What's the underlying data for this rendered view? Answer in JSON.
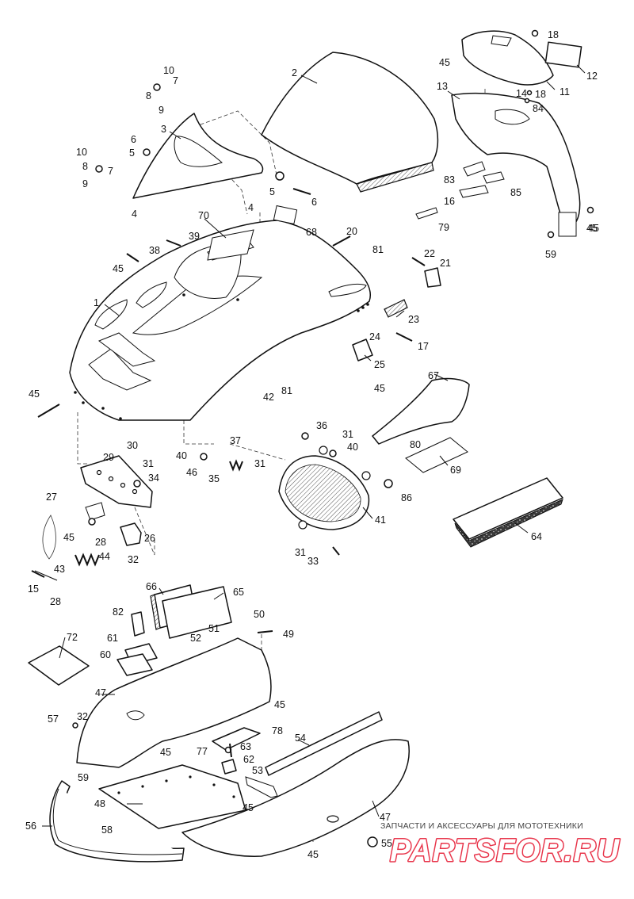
{
  "diagram": {
    "type": "exploded-parts-view",
    "callouts": [
      {
        "id": "c1",
        "label": "1"
      },
      {
        "id": "c2",
        "label": "2"
      },
      {
        "id": "c3",
        "label": "3"
      },
      {
        "id": "c4a",
        "label": "4"
      },
      {
        "id": "c4b",
        "label": "4"
      },
      {
        "id": "c5a",
        "label": "5"
      },
      {
        "id": "c5b",
        "label": "5"
      },
      {
        "id": "c6a",
        "label": "6"
      },
      {
        "id": "c6b",
        "label": "6"
      },
      {
        "id": "c7a",
        "label": "7"
      },
      {
        "id": "c7b",
        "label": "7"
      },
      {
        "id": "c8a",
        "label": "8"
      },
      {
        "id": "c8b",
        "label": "8"
      },
      {
        "id": "c9a",
        "label": "9"
      },
      {
        "id": "c9b",
        "label": "9"
      },
      {
        "id": "c10a",
        "label": "10"
      },
      {
        "id": "c10b",
        "label": "10"
      },
      {
        "id": "c11",
        "label": "11"
      },
      {
        "id": "c12",
        "label": "12"
      },
      {
        "id": "c13",
        "label": "13"
      },
      {
        "id": "c14",
        "label": "14"
      },
      {
        "id": "c15",
        "label": "15"
      },
      {
        "id": "c16",
        "label": "16"
      },
      {
        "id": "c17",
        "label": "17"
      },
      {
        "id": "c18a",
        "label": "18"
      },
      {
        "id": "c18b",
        "label": "18"
      },
      {
        "id": "c20",
        "label": "20"
      },
      {
        "id": "c21",
        "label": "21"
      },
      {
        "id": "c22",
        "label": "22"
      },
      {
        "id": "c23",
        "label": "23"
      },
      {
        "id": "c24",
        "label": "24"
      },
      {
        "id": "c25",
        "label": "25"
      },
      {
        "id": "c26",
        "label": "26"
      },
      {
        "id": "c27",
        "label": "27"
      },
      {
        "id": "c28a",
        "label": "28"
      },
      {
        "id": "c28b",
        "label": "28"
      },
      {
        "id": "c29",
        "label": "29"
      },
      {
        "id": "c30",
        "label": "30"
      },
      {
        "id": "c31a",
        "label": "31"
      },
      {
        "id": "c31b",
        "label": "31"
      },
      {
        "id": "c31c",
        "label": "31"
      },
      {
        "id": "c31d",
        "label": "31"
      },
      {
        "id": "c32a",
        "label": "32"
      },
      {
        "id": "c32b",
        "label": "32"
      },
      {
        "id": "c33",
        "label": "33"
      },
      {
        "id": "c34",
        "label": "34"
      },
      {
        "id": "c35",
        "label": "35"
      },
      {
        "id": "c36",
        "label": "36"
      },
      {
        "id": "c37",
        "label": "37"
      },
      {
        "id": "c38",
        "label": "38"
      },
      {
        "id": "c39",
        "label": "39"
      },
      {
        "id": "c40a",
        "label": "40"
      },
      {
        "id": "c40b",
        "label": "40"
      },
      {
        "id": "c41",
        "label": "41"
      },
      {
        "id": "c42",
        "label": "42"
      },
      {
        "id": "c43",
        "label": "43"
      },
      {
        "id": "c44",
        "label": "44"
      },
      {
        "id": "c45a",
        "label": "45"
      },
      {
        "id": "c45b",
        "label": "45"
      },
      {
        "id": "c45c",
        "label": "45"
      },
      {
        "id": "c45d",
        "label": "45"
      },
      {
        "id": "c45e",
        "label": "45"
      },
      {
        "id": "c45f",
        "label": "45"
      },
      {
        "id": "c45g",
        "label": "45"
      },
      {
        "id": "c45h",
        "label": "45"
      },
      {
        "id": "c45i",
        "label": "45"
      },
      {
        "id": "c45j",
        "label": "45"
      },
      {
        "id": "c45k",
        "label": "45"
      },
      {
        "id": "c46",
        "label": "46"
      },
      {
        "id": "c47a",
        "label": "47"
      },
      {
        "id": "c47b",
        "label": "47"
      },
      {
        "id": "c48",
        "label": "48"
      },
      {
        "id": "c49",
        "label": "49"
      },
      {
        "id": "c50",
        "label": "50"
      },
      {
        "id": "c51",
        "label": "51"
      },
      {
        "id": "c52",
        "label": "52"
      },
      {
        "id": "c53",
        "label": "53"
      },
      {
        "id": "c54",
        "label": "54"
      },
      {
        "id": "c55",
        "label": "55"
      },
      {
        "id": "c56",
        "label": "56"
      },
      {
        "id": "c57",
        "label": "57"
      },
      {
        "id": "c58",
        "label": "58"
      },
      {
        "id": "c59a",
        "label": "59"
      },
      {
        "id": "c59b",
        "label": "59"
      },
      {
        "id": "c60",
        "label": "60"
      },
      {
        "id": "c61",
        "label": "61"
      },
      {
        "id": "c62",
        "label": "62"
      },
      {
        "id": "c63",
        "label": "63"
      },
      {
        "id": "c64",
        "label": "64"
      },
      {
        "id": "c65",
        "label": "65"
      },
      {
        "id": "c66",
        "label": "66"
      },
      {
        "id": "c67",
        "label": "67"
      },
      {
        "id": "c68",
        "label": "68"
      },
      {
        "id": "c69",
        "label": "69"
      },
      {
        "id": "c70",
        "label": "70"
      },
      {
        "id": "c72",
        "label": "72"
      },
      {
        "id": "c77",
        "label": "77"
      },
      {
        "id": "c78",
        "label": "78"
      },
      {
        "id": "c79",
        "label": "79"
      },
      {
        "id": "c80",
        "label": "80"
      },
      {
        "id": "c81a",
        "label": "81"
      },
      {
        "id": "c81b",
        "label": "81"
      },
      {
        "id": "c82",
        "label": "82"
      },
      {
        "id": "c83",
        "label": "83"
      },
      {
        "id": "c84",
        "label": "84"
      },
      {
        "id": "c85",
        "label": "85"
      },
      {
        "id": "c86",
        "label": "86"
      }
    ]
  },
  "watermark": {
    "tagline": "ЗАПЧАСТИ И АКСЕССУАРЫ ДЛЯ МОТОТЕХНИКИ",
    "logo_text": "PARTSFOR.RU",
    "logo_color": "#e8344a"
  }
}
